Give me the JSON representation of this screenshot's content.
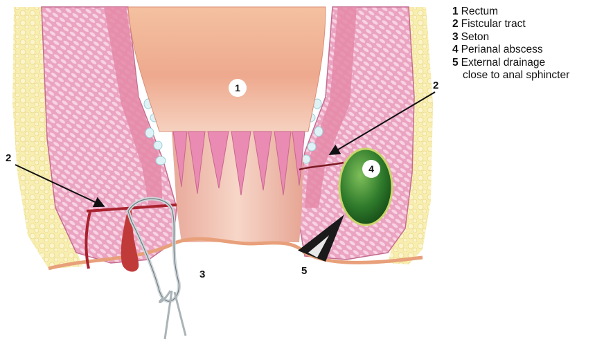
{
  "legend": [
    {
      "num": "1",
      "text": "Rectum"
    },
    {
      "num": "2",
      "text": "Fistcular tract"
    },
    {
      "num": "3",
      "text": "Seton"
    },
    {
      "num": "4",
      "text": "Perianal abscess"
    },
    {
      "num": "5",
      "text": "External drainage",
      "cont": "close to anal sphincter"
    }
  ],
  "callouts": {
    "rectum": "1",
    "abscess": "4",
    "tract_left": "2",
    "tract_right": "2",
    "seton": "3",
    "drainage": "5"
  },
  "colors": {
    "fat": "#f7ecaa",
    "muscle": "#e9a2c0",
    "mucosa": "#e07f9c",
    "rectum": "#f2c0a0",
    "abscess": "#2f7a2d",
    "tract": "#a8222e"
  }
}
